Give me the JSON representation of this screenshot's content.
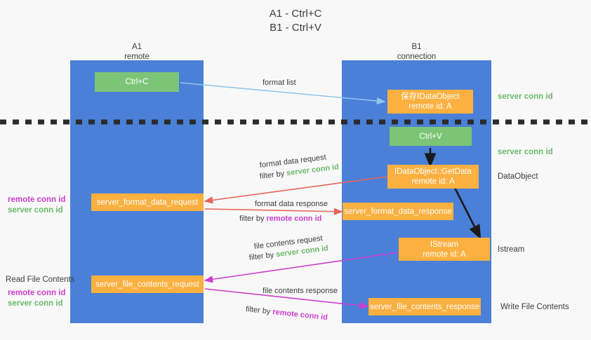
{
  "title": "A1 - Ctrl+C\nB1 - Ctrl+V",
  "columns": {
    "left": {
      "name": "A1",
      "role": "remote",
      "header": "A1\nremote"
    },
    "right": {
      "name": "B1",
      "role": "connection",
      "header": "B1\nconnection"
    }
  },
  "nodes": {
    "ctrl_c": {
      "label": "Ctrl+C",
      "color": "#7cc576"
    },
    "save_dataobject": {
      "label": "保存IDataObject\nremote id: A",
      "color": "#fbb040"
    },
    "ctrl_v": {
      "label": "Ctrl+V",
      "color": "#7cc576"
    },
    "getdata": {
      "label": "IDataObject::GetData\nremote id: A",
      "color": "#fbb040"
    },
    "format_data_request": {
      "label": "server_format_data_request",
      "color": "#fbb040"
    },
    "format_data_response": {
      "label": "server_format_data_response",
      "color": "#fbb040"
    },
    "istream": {
      "label": "IStream\nremote id: A",
      "color": "#fbb040"
    },
    "file_contents_request": {
      "label": "server_file_contents_request",
      "color": "#fbb040"
    },
    "file_contents_response": {
      "label": "server_file_contents_response",
      "color": "#fbb040"
    }
  },
  "edges": {
    "format_list": {
      "label": "format list"
    },
    "format_data_request": {
      "label": "format data request",
      "filter_prefix": "filter by ",
      "filter_value": "server conn id"
    },
    "format_data_response": {
      "label": "format data response",
      "filter_prefix": "filter by ",
      "filter_value": "remote conn id"
    },
    "file_contents_request": {
      "label": "file contents request",
      "filter_prefix": "filter by ",
      "filter_value": "server conn id"
    },
    "file_contents_response": {
      "label": "file contents response",
      "filter_prefix": "filter by ",
      "filter_value": "remote conn id"
    }
  },
  "right_labels": {
    "server_conn_id_top": "server conn id",
    "server_conn_id_mid": "server conn id",
    "dataobject": "DataObject",
    "istream": "Istream",
    "write_file_contents": "Write File Contents"
  },
  "left_labels": {
    "remote_conn_id_1": "remote conn id",
    "server_conn_id_1": "server conn id",
    "read_file_contents": "Read File Contents",
    "remote_conn_id_2": "remote conn id",
    "server_conn_id_2": "server conn id"
  },
  "colors": {
    "lane": "#4a80d8",
    "green_node": "#7cc576",
    "orange_node": "#fbb040",
    "conn_green": "#6aba6a",
    "conn_magenta": "#cc3fcc",
    "arrow_blue": "#8ec6ec",
    "arrow_red": "#e8645a",
    "arrow_magenta": "#cc3fcc",
    "arrow_dark": "#1a1a1a",
    "background": "#f8f8f8"
  }
}
